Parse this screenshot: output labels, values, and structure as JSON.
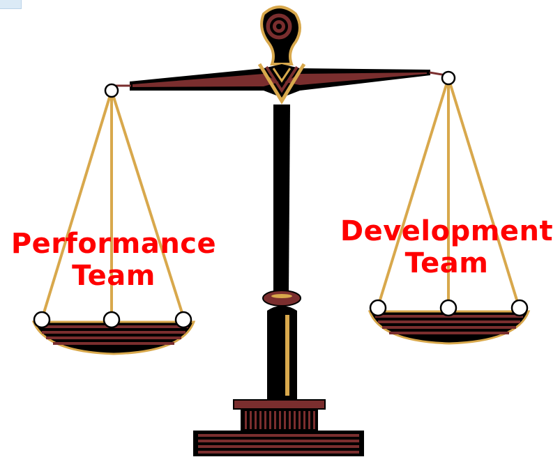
{
  "labels": {
    "left_pan": [
      "Performance",
      "Team"
    ],
    "right_pan": [
      "Development",
      "Team"
    ]
  },
  "colors": {
    "label": "#ff0000",
    "frame": "#000000",
    "accent_maroon": "#7a2e2e",
    "accent_gold": "#d8a84c"
  },
  "illustration": "balance-scale"
}
